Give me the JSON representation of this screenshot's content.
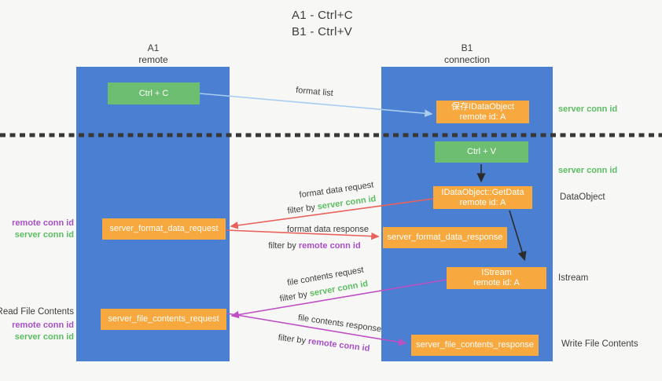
{
  "title": {
    "line1": "A1 - Ctrl+C",
    "line2": "B1 - Ctrl+V"
  },
  "lanes": {
    "a1": {
      "name": "A1",
      "subtitle": "remote"
    },
    "b1": {
      "name": "B1",
      "subtitle": "connection"
    }
  },
  "nodes": {
    "ctrl_c": {
      "label": "Ctrl + C"
    },
    "ctrl_v": {
      "label": "Ctrl + V"
    },
    "save_dataobject": {
      "line1": "保存IDataObject",
      "line2": "remote id: A"
    },
    "getdata": {
      "line1": "IDataObject::GetData",
      "line2": "remote id: A"
    },
    "istream": {
      "line1": "IStream",
      "line2": "remote id: A"
    },
    "format_request": {
      "label": "server_format_data_request"
    },
    "format_response": {
      "label": "server_format_data_response"
    },
    "file_request": {
      "label": "server_file_contents_request"
    },
    "file_response": {
      "label": "server_file_contents_response"
    }
  },
  "arrow_labels": {
    "format_list": "format list",
    "format_data_request": "format data request",
    "format_data_response": "format data response",
    "file_contents_request": "file contents request",
    "file_contents_response": "file contents response",
    "filter_by": "filter by "
  },
  "ids": {
    "server_conn_id": "server conn id",
    "remote_conn_id": "remote conn id"
  },
  "side_labels": {
    "dataobject": "DataObject",
    "istream": "Istream",
    "read_file_contents": "Read File Contents",
    "write_file_contents": "Write File Contents"
  },
  "colors": {
    "lane_blue": "#4b7fd2",
    "box_green": "#6dbe71",
    "box_orange": "#f7a83e",
    "green_text": "#5cbd62",
    "purple_text": "#a84fc6",
    "red_arrow": "#e8615a",
    "magenta_arrow": "#bf4fc5",
    "light_blue_arrow": "#a9cdf0",
    "black_arrow": "#2b2b2b",
    "dark_text": "#3d3d3d",
    "background": "#f7f7f6"
  }
}
